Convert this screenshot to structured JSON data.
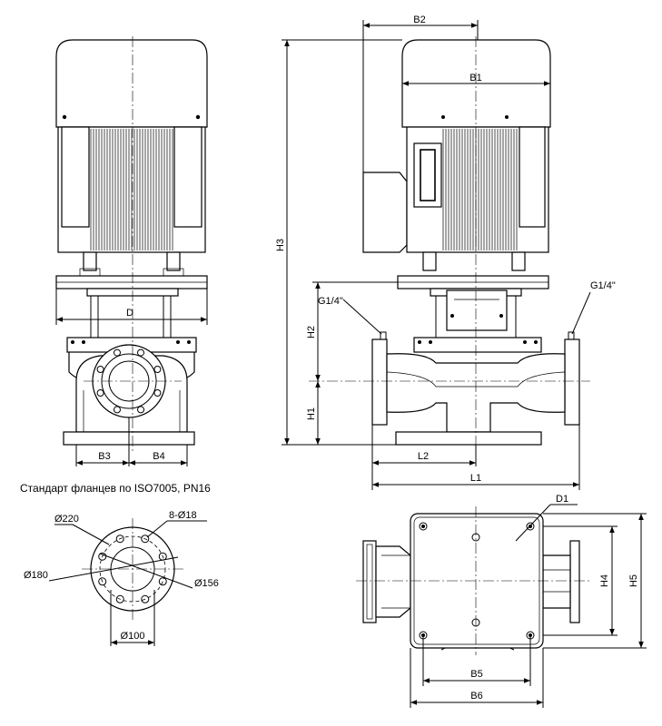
{
  "labels": {
    "b1": "B1",
    "b2": "B2",
    "b3": "B3",
    "b4": "B4",
    "b5": "B5",
    "b6": "B6",
    "d": "D",
    "d1": "D1",
    "h1": "H1",
    "h2": "H2",
    "h3": "H3",
    "h4": "H4",
    "h5": "H5",
    "l1": "L1",
    "l2": "L2",
    "g_left": "G1/4\"",
    "g_right": "G1/4\"",
    "flange_dia_220": "Ø220",
    "flange_holes": "8-Ø18",
    "flange_dia_180": "Ø180",
    "flange_dia_156": "Ø156",
    "flange_dia_100": "Ø100"
  },
  "caption": "Стандарт фланцев по ISO7005, PN16",
  "flange": {
    "bolt_holes": 8
  }
}
